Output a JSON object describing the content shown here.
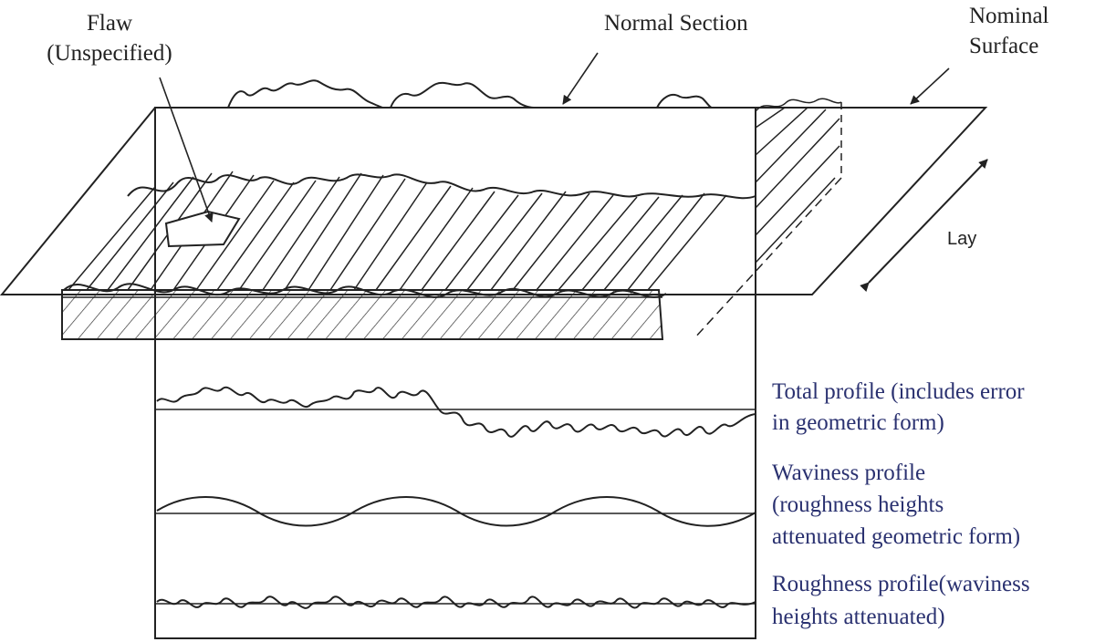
{
  "labels": {
    "flaw_line1": "Flaw",
    "flaw_line2": "(Unspecified)",
    "normal_section": "Normal Section",
    "nominal_line1": "Nominal",
    "nominal_line2": "Surface",
    "lay": "Lay",
    "total_line1": "Total profile (includes error",
    "total_line2": "in geometric form)",
    "waviness_line1": "Waviness profile",
    "waviness_line2": "(roughness heights",
    "waviness_line3": "attenuated geometric form)",
    "roughness_line1": "Roughness profile(waviness",
    "roughness_line2": "heights attenuated)"
  },
  "colors": {
    "ink": "#222222",
    "label_blue": "#2a3170"
  }
}
